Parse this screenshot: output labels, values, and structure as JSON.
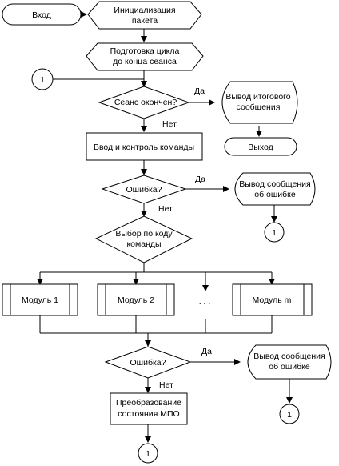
{
  "flowchart": {
    "start_label": "Вход",
    "init_label": [
      "Инициализация",
      "пакета"
    ],
    "prepare_loop_label": [
      "Подготовка цикла",
      "до конца сеанса"
    ],
    "connector_label": "1",
    "session_end_label": "Сеанс окончен?",
    "yes_label": "Да",
    "no_label": "Нет",
    "final_msg_label": [
      "Вывод итогового",
      "сообщения"
    ],
    "exit_label": "Выход",
    "input_control_label": "Ввод и контроль команды",
    "error_label": "Ошибка?",
    "error_msg_label": [
      "Вывод сообщения",
      "об ошибке"
    ],
    "select_label": [
      "Выбор по  коду",
      "команды"
    ],
    "module1_label": "Модуль 1",
    "module2_label": "Модуль 2",
    "ellipsis_label": ". . .",
    "module_m_label": "Модуль m",
    "transform_label": [
      "Преобразование",
      "состояния МПО"
    ]
  }
}
